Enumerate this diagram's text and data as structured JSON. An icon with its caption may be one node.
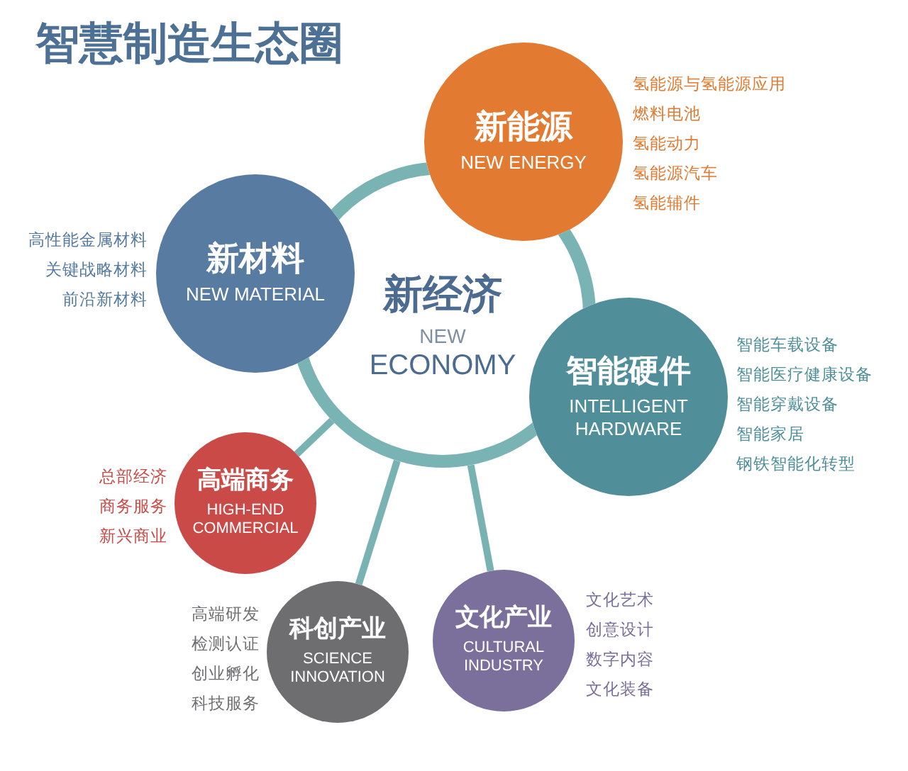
{
  "diagram": {
    "title": "智慧制造生态圈",
    "nodes": [
      {
        "text": [
          "新能源",
          "NEW ENERGY"
        ],
        "beside": [
          "氢能源与氢能源应用",
          "燃料电池",
          "氢能动力",
          "氢能源汽车",
          "氢能辅件"
        ]
      },
      {
        "text": [
          "新材料",
          "NEW MATERIAL"
        ],
        "beside": [
          "高性能金属材料",
          "关键战略材料",
          "前沿新材料"
        ]
      },
      {
        "text": [
          "新经济",
          "NEW",
          "ECONOMY"
        ]
      },
      {
        "text": [
          "智能硬件",
          "INTELLIGENT HARDWARE"
        ],
        "beside": [
          "智能车载设备",
          "智能医疗健康设备",
          "智能穿戴设备",
          "智能家居",
          "钢铁智能化转型"
        ]
      },
      {
        "text": [
          "高端商务",
          "HIGH-END COMMERCIAL"
        ],
        "beside": [
          "总部经济",
          "商务服务",
          "新兴商业"
        ]
      },
      {
        "text": [
          "科创产业",
          "SCIENCE INNOVATION"
        ],
        "beside": [
          "高端研发",
          "检测认证",
          "创业孵化",
          "科技服务"
        ]
      },
      {
        "text": [
          "文化产业",
          "CULTURAL INDUSTRY"
        ],
        "beside": [
          "文化艺术",
          "创意设计",
          "数字内容",
          "文化装备"
        ]
      }
    ],
    "edges": [
      {
        "from": 2,
        "to": 4,
        "arrow": "none"
      },
      {
        "from": 2,
        "to": 5,
        "arrow": "none"
      },
      {
        "from": 2,
        "to": 6,
        "arrow": "none"
      }
    ]
  }
}
